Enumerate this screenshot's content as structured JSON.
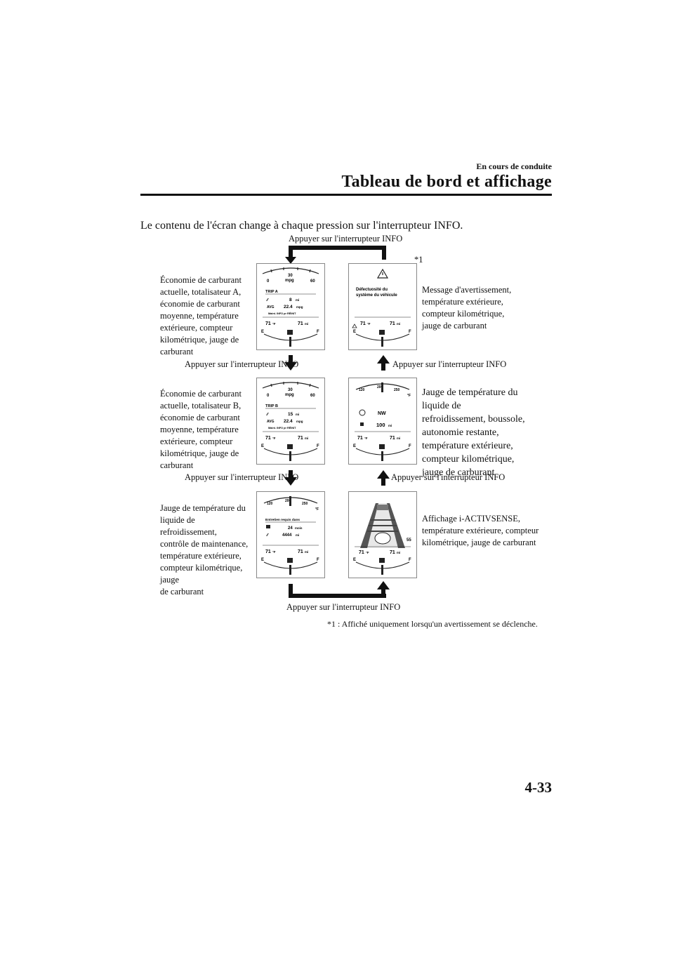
{
  "header": {
    "section": "En cours de conduite",
    "title": "Tableau de bord et affichage"
  },
  "intro": "Le contenu de l'écran change à chaque pression sur l'interrupteur INFO.",
  "press_label": "Appuyer sur l'interrupteur INFO",
  "footnote_marker": "*1",
  "descriptions": {
    "trip_a": [
      "Économie de carburant",
      "actuelle, totalisateur A,",
      "économie de carburant",
      "moyenne, température",
      "extérieure, compteur",
      "kilométrique, jauge de",
      "carburant"
    ],
    "trip_b": [
      "Économie de carburant",
      "actuelle, totalisateur B,",
      "économie de carburant",
      "moyenne, température",
      "extérieure, compteur",
      "kilométrique, jauge de",
      "carburant"
    ],
    "maintenance": [
      "Jauge de température du",
      "liquide de refroidissement,",
      "contrôle de maintenance,",
      "température extérieure,",
      "compteur kilométrique, jauge",
      "de carburant"
    ],
    "warning": [
      "Message d'avertissement,",
      "température extérieure,",
      "compteur kilométrique,",
      "jauge de carburant"
    ],
    "coolant_compass": [
      "Jauge de température du",
      "liquide de",
      "refroidissement, boussole,",
      "autonomie restante,",
      "température extérieure,",
      "compteur kilométrique,",
      "jauge de carburant"
    ],
    "activsense": [
      "Affichage i-ACTIVSENSE,",
      "température extérieure, compteur",
      "kilométrique, jauge de carburant"
    ]
  },
  "screens": {
    "common": {
      "temp": "71",
      "temp_unit": "°F",
      "odo": "71",
      "odo_unit": "mi",
      "fuel_e": "E",
      "fuel_f": "F"
    },
    "trip_a": {
      "scale_min": "0",
      "scale_mid": "30",
      "scale_max": "60",
      "unit": "mpg",
      "trip": "TRIP A",
      "trip_value": "8",
      "trip_unit": "mi",
      "avg_label": "AVG",
      "avg_value": "22.4",
      "avg_unit": "mpg",
      "reset_hint": "Maint. INFO pr RÉINIT"
    },
    "trip_b": {
      "scale_min": "0",
      "scale_mid": "30",
      "scale_max": "60",
      "unit": "mpg",
      "trip": "TRIP B",
      "trip_value": "15",
      "trip_unit": "mi",
      "avg_label": "AVG",
      "avg_value": "22.4",
      "avg_unit": "mpg",
      "reset_hint": "Maint. INFO pr RÉINIT"
    },
    "warning": {
      "line1": "Défectuosité du",
      "line2": "système du véhicule"
    },
    "coolant": {
      "t_low": "120",
      "t_mid": "200",
      "t_high": "250",
      "t_unit": "°F",
      "compass": "NW",
      "range": "100",
      "range_unit": "mi"
    },
    "maintenance": {
      "t_low": "120",
      "t_mid": "200",
      "t_high": "250",
      "t_unit": "°F",
      "title": "Entretien requis dans",
      "months": "24",
      "months_unit": "mois",
      "distance": "4444",
      "distance_unit": "mi"
    },
    "activsense": {
      "speed": "55"
    }
  },
  "footnote": "*1 : Affiché uniquement lorsqu'un avertissement se déclenche.",
  "page_number": "4-33"
}
